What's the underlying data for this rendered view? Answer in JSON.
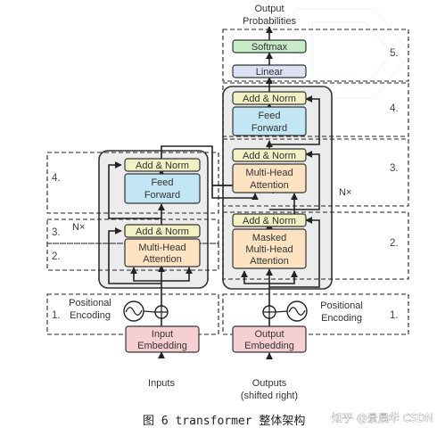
{
  "top_output": {
    "line1": "Output",
    "line2": "Probabilities"
  },
  "softmax": "Softmax",
  "linear": "Linear",
  "decoder": {
    "add_norm_top": "Add & Norm",
    "ff_line1": "Feed",
    "ff_line2": "Forward",
    "add_norm_mid": "Add & Norm",
    "mha_line1": "Multi-Head",
    "mha_line2": "Attention",
    "nx": "N×",
    "add_norm_bottom": "Add & Norm",
    "masked_line1": "Masked",
    "masked_line2": "Multi-Head",
    "masked_line3": "Attention"
  },
  "encoder": {
    "add_norm_top": "Add & Norm",
    "ff_line1": "Feed",
    "ff_line2": "Forward",
    "nx": "N×",
    "add_norm_bottom": "Add & Norm",
    "mha_line1": "Multi-Head",
    "mha_line2": "Attention"
  },
  "positional_left": {
    "line1": "Positional",
    "line2": "Encoding"
  },
  "positional_right": {
    "line1": "Positional",
    "line2": "Encoding"
  },
  "input_embedding": {
    "line1": "Input",
    "line2": "Embedding"
  },
  "output_embedding": {
    "line1": "Output",
    "line2": "Embedding"
  },
  "inputs_label": "Inputs",
  "outputs_label": {
    "line1": "Outputs",
    "line2": "(shifted right)"
  },
  "step_labels": {
    "right_5": "5.",
    "right_4": "4.",
    "right_3": "3.",
    "right_2": "2.",
    "right_1": "1.",
    "left_4": "4.",
    "left_3": "3.",
    "left_2": "2.",
    "left_1": "1."
  },
  "caption": "图 6 transformer 整体架构",
  "watermark": "知乎 @景晨华  CSDN @Necther",
  "colors": {
    "add_norm": "#f1f1c4",
    "feed_forward": "#c2e6f3",
    "attention": "#fde3c2",
    "embedding": "#f6cfd2",
    "linear": "#dde1f3",
    "softmax": "#c8ecc8",
    "panel": "#ececec"
  }
}
